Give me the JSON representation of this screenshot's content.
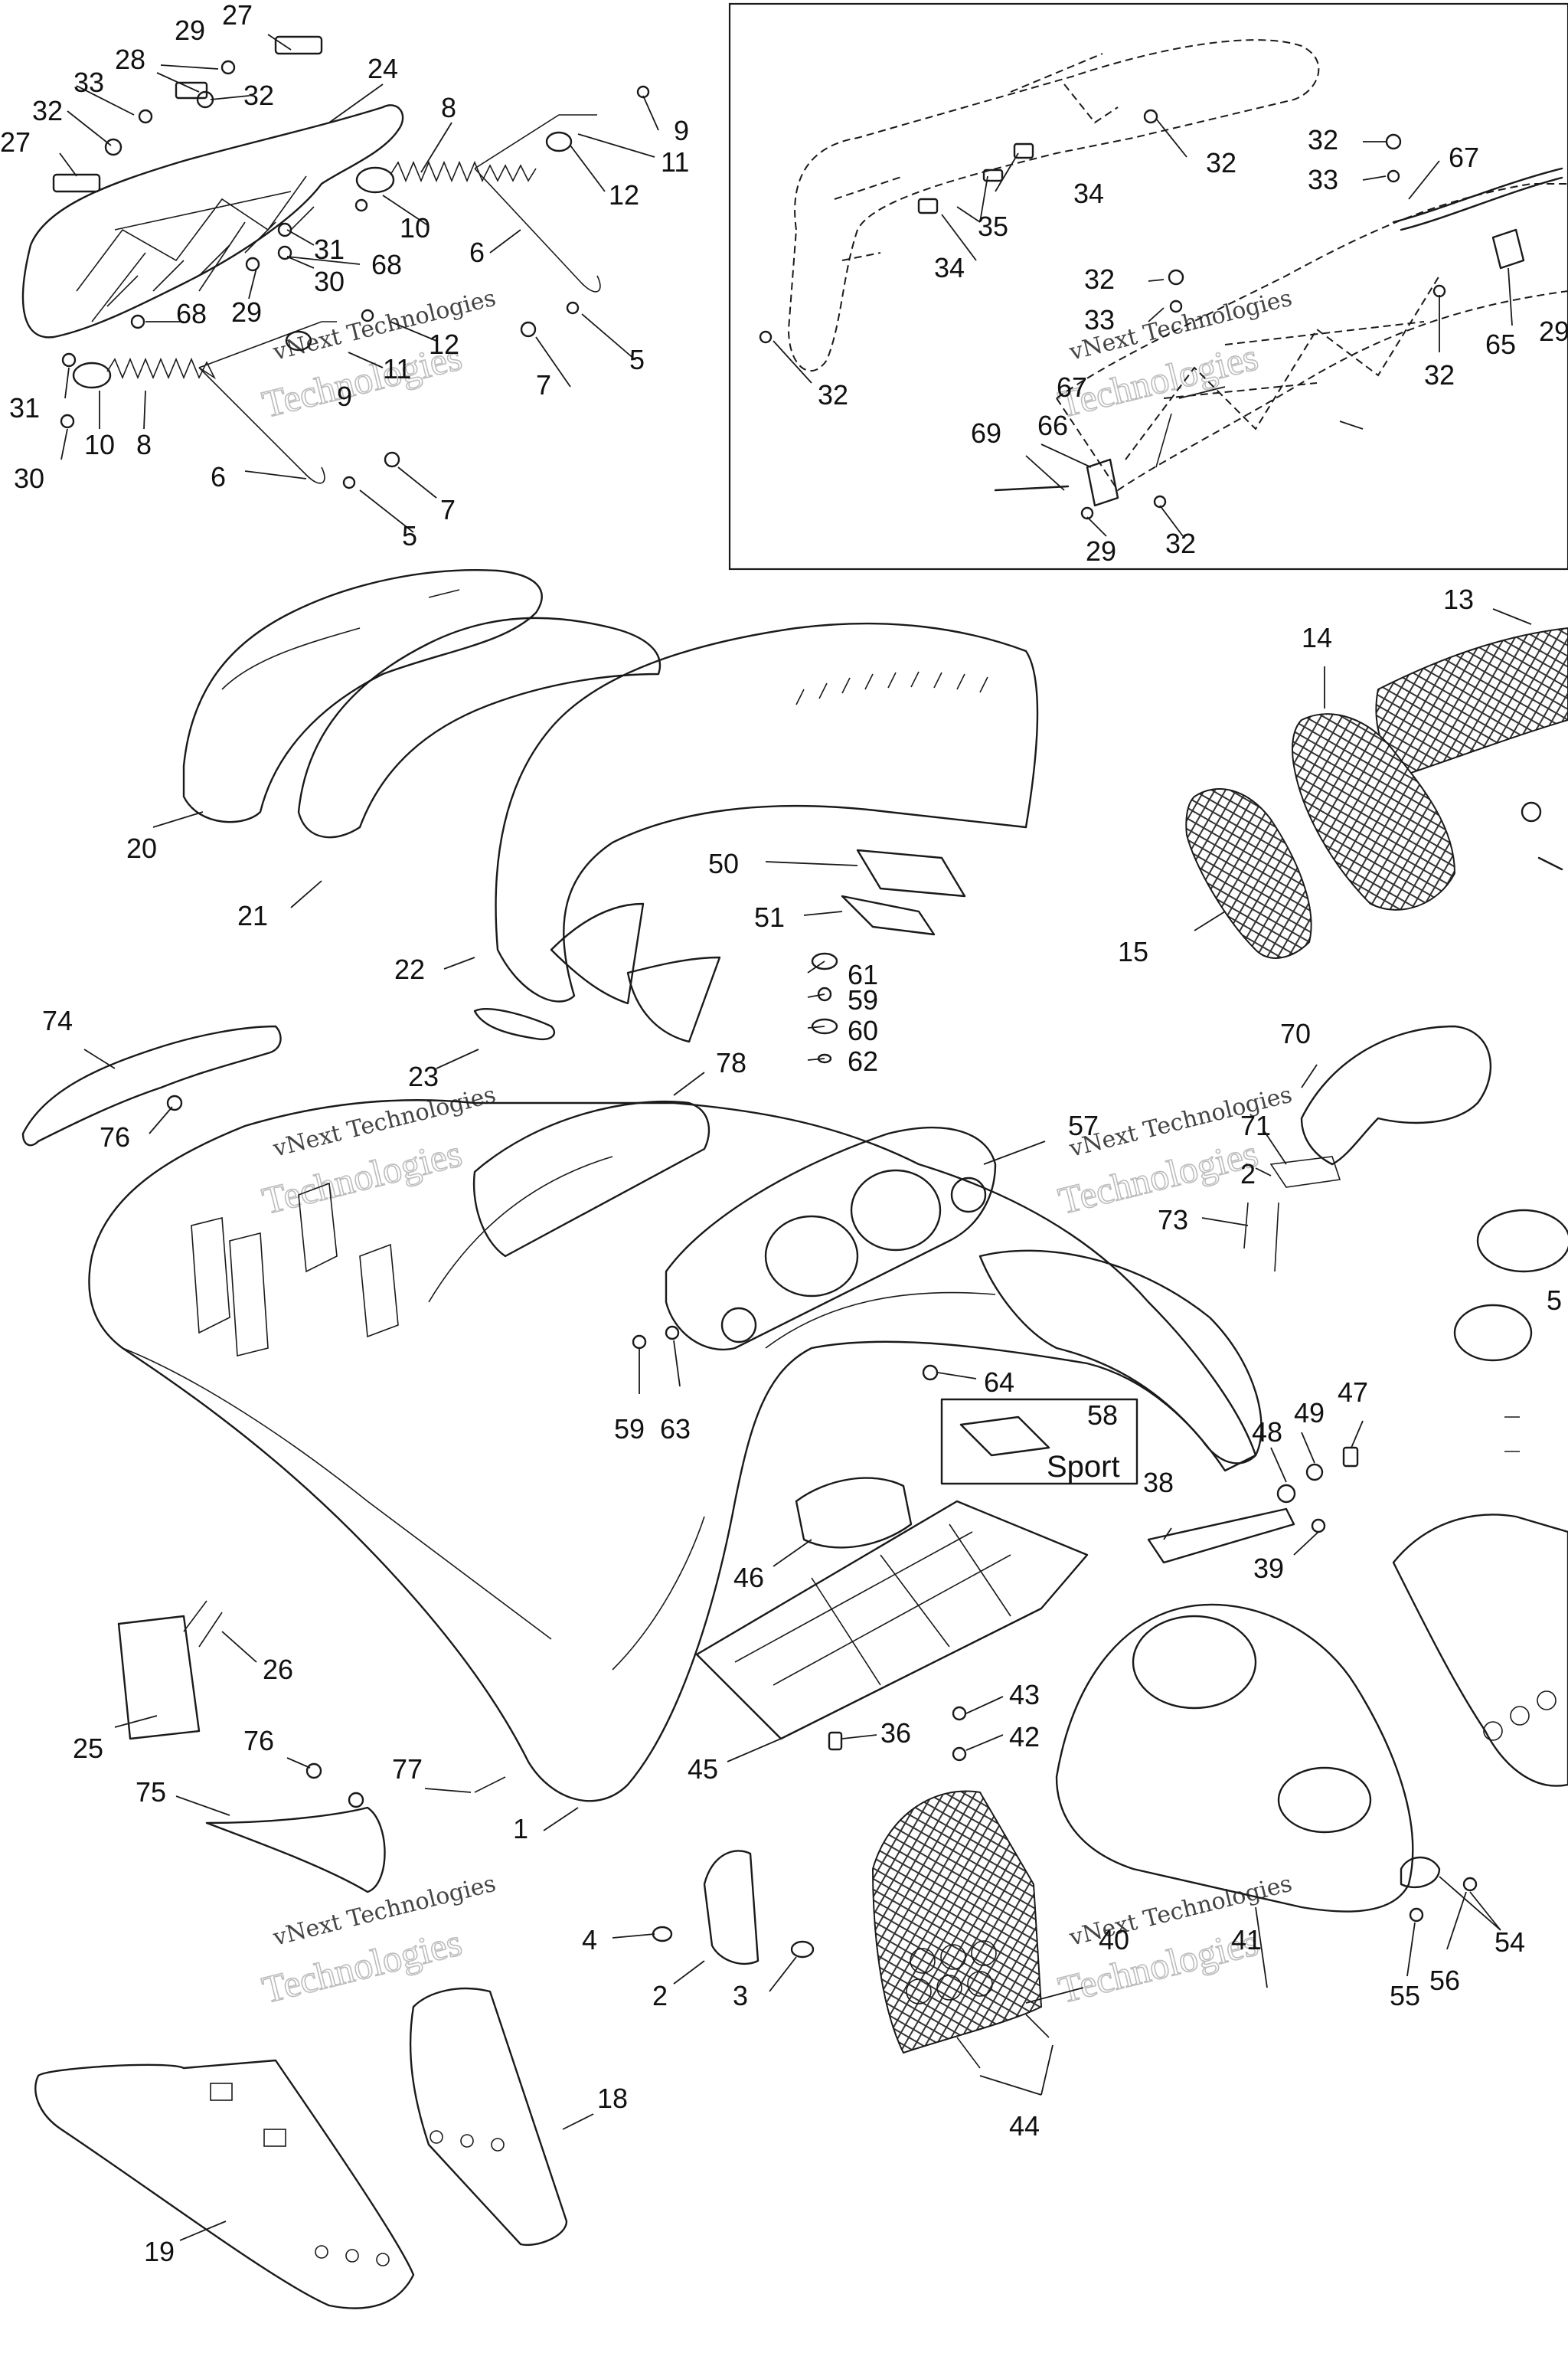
{
  "diagram": {
    "watermark": {
      "line1": "vNext Technologies",
      "line2": "Technologies"
    },
    "badge_text": "Sport",
    "callouts": [
      {
        "id": "c-27a",
        "label": "27"
      },
      {
        "id": "c-29a",
        "label": "29"
      },
      {
        "id": "c-28",
        "label": "28"
      },
      {
        "id": "c-24",
        "label": "24"
      },
      {
        "id": "c-33a",
        "label": "33"
      },
      {
        "id": "c-32a",
        "label": "32"
      },
      {
        "id": "c-32b",
        "label": "32"
      },
      {
        "id": "c-27b",
        "label": "27"
      },
      {
        "id": "c-8a",
        "label": "8"
      },
      {
        "id": "c-9a",
        "label": "9"
      },
      {
        "id": "c-11a",
        "label": "11"
      },
      {
        "id": "c-12a",
        "label": "12"
      },
      {
        "id": "c-10a",
        "label": "10"
      },
      {
        "id": "c-6a",
        "label": "6"
      },
      {
        "id": "c-31a",
        "label": "31"
      },
      {
        "id": "c-68a",
        "label": "68"
      },
      {
        "id": "c-30a",
        "label": "30"
      },
      {
        "id": "c-29b",
        "label": "29"
      },
      {
        "id": "c-68b",
        "label": "68"
      },
      {
        "id": "c-12b",
        "label": "12"
      },
      {
        "id": "c-11b",
        "label": "11"
      },
      {
        "id": "c-9b",
        "label": "9"
      },
      {
        "id": "c-5a",
        "label": "5"
      },
      {
        "id": "c-7a",
        "label": "7"
      },
      {
        "id": "c-31b",
        "label": "31"
      },
      {
        "id": "c-10b",
        "label": "10"
      },
      {
        "id": "c-8b",
        "label": "8"
      },
      {
        "id": "c-30b",
        "label": "30"
      },
      {
        "id": "c-6b",
        "label": "6"
      },
      {
        "id": "c-7b",
        "label": "7"
      },
      {
        "id": "c-5b",
        "label": "5"
      },
      {
        "id": "c-32c",
        "label": "32"
      },
      {
        "id": "c-34a",
        "label": "34"
      },
      {
        "id": "c-35",
        "label": "35"
      },
      {
        "id": "c-34b",
        "label": "34"
      },
      {
        "id": "c-32d",
        "label": "32"
      },
      {
        "id": "c-32e",
        "label": "32"
      },
      {
        "id": "c-33b",
        "label": "33"
      },
      {
        "id": "c-67a",
        "label": "67"
      },
      {
        "id": "c-32f",
        "label": "32"
      },
      {
        "id": "c-33c",
        "label": "33"
      },
      {
        "id": "c-67b",
        "label": "67"
      },
      {
        "id": "c-65",
        "label": "65"
      },
      {
        "id": "c-29c",
        "label": "29"
      },
      {
        "id": "c-32g",
        "label": "32"
      },
      {
        "id": "c-69",
        "label": "69"
      },
      {
        "id": "c-66",
        "label": "66"
      },
      {
        "id": "c-29d",
        "label": "29"
      },
      {
        "id": "c-32h",
        "label": "32"
      },
      {
        "id": "c-13",
        "label": "13"
      },
      {
        "id": "c-14",
        "label": "14"
      },
      {
        "id": "c-20",
        "label": "20"
      },
      {
        "id": "c-21",
        "label": "21"
      },
      {
        "id": "c-50",
        "label": "50"
      },
      {
        "id": "c-51",
        "label": "51"
      },
      {
        "id": "c-22",
        "label": "22"
      },
      {
        "id": "c-15",
        "label": "15"
      },
      {
        "id": "c-61",
        "label": "61"
      },
      {
        "id": "c-59a",
        "label": "59"
      },
      {
        "id": "c-60",
        "label": "60"
      },
      {
        "id": "c-62",
        "label": "62"
      },
      {
        "id": "c-74",
        "label": "74"
      },
      {
        "id": "c-23",
        "label": "23"
      },
      {
        "id": "c-78",
        "label": "78"
      },
      {
        "id": "c-70",
        "label": "70"
      },
      {
        "id": "c-76a",
        "label": "76"
      },
      {
        "id": "c-57",
        "label": "57"
      },
      {
        "id": "c-71",
        "label": "71"
      },
      {
        "id": "c-72",
        "label": "2"
      },
      {
        "id": "c-73",
        "label": "73"
      },
      {
        "id": "c-64",
        "label": "64"
      },
      {
        "id": "c-59b",
        "label": "59"
      },
      {
        "id": "c-63",
        "label": "63"
      },
      {
        "id": "c-58",
        "label": "58"
      },
      {
        "id": "c-49",
        "label": "49"
      },
      {
        "id": "c-47",
        "label": "47"
      },
      {
        "id": "c-48",
        "label": "48"
      },
      {
        "id": "c-38",
        "label": "38"
      },
      {
        "id": "c-39",
        "label": "39"
      },
      {
        "id": "c-46",
        "label": "46"
      },
      {
        "id": "c-26",
        "label": "26"
      },
      {
        "id": "c-43",
        "label": "43"
      },
      {
        "id": "c-36",
        "label": "36"
      },
      {
        "id": "c-42",
        "label": "42"
      },
      {
        "id": "c-25",
        "label": "25"
      },
      {
        "id": "c-45",
        "label": "45"
      },
      {
        "id": "c-76b",
        "label": "76"
      },
      {
        "id": "c-77",
        "label": "77"
      },
      {
        "id": "c-75",
        "label": "75"
      },
      {
        "id": "c-1",
        "label": "1"
      },
      {
        "id": "c-4",
        "label": "4"
      },
      {
        "id": "c-2",
        "label": "2"
      },
      {
        "id": "c-3",
        "label": "3"
      },
      {
        "id": "c-40",
        "label": "40"
      },
      {
        "id": "c-41",
        "label": "41"
      },
      {
        "id": "c-54",
        "label": "54"
      },
      {
        "id": "c-55",
        "label": "55"
      },
      {
        "id": "c-56",
        "label": "56"
      },
      {
        "id": "c-18",
        "label": "18"
      },
      {
        "id": "c-44",
        "label": "44"
      },
      {
        "id": "c-19",
        "label": "19"
      },
      {
        "id": "c-5c",
        "label": "5"
      }
    ]
  }
}
